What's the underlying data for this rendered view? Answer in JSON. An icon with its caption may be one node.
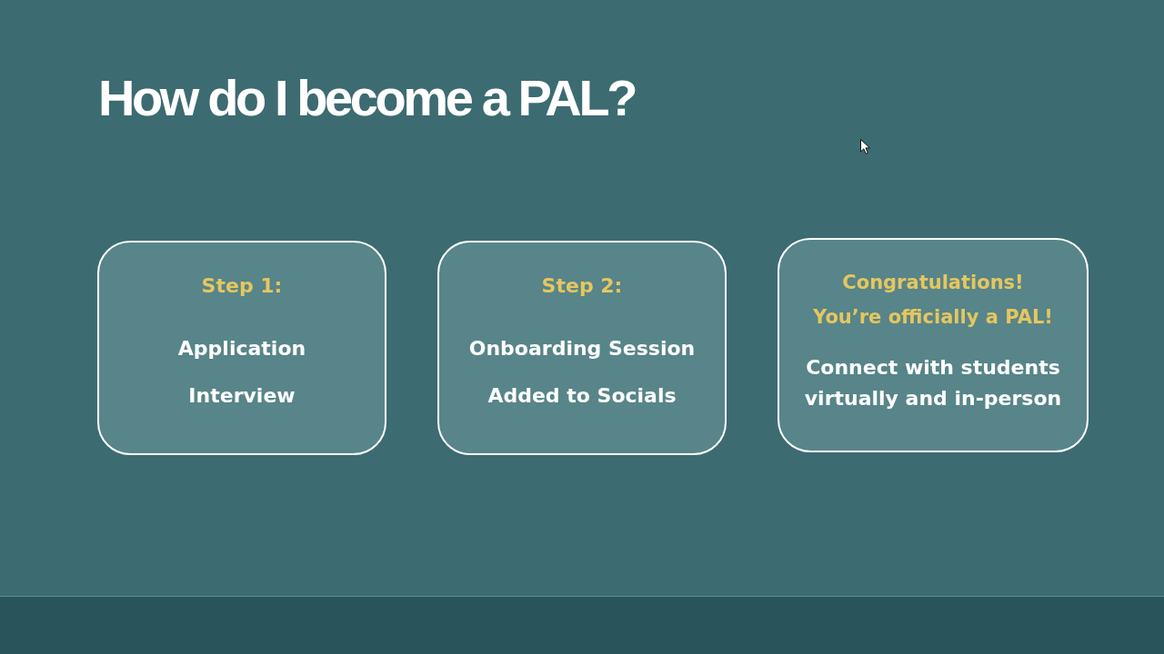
{
  "diagram": {
    "title": "How do I become a PAL?",
    "nodes": [
      {
        "text": [
          "Step 1:",
          "Application",
          "Interview"
        ]
      },
      {
        "text": [
          "Step 2:",
          "Onboarding Session",
          "Added to Socials"
        ]
      },
      {
        "text": [
          "Congratulations! You’re officially a PAL!",
          "Connect with students virtually and in-person"
        ]
      }
    ]
  }
}
